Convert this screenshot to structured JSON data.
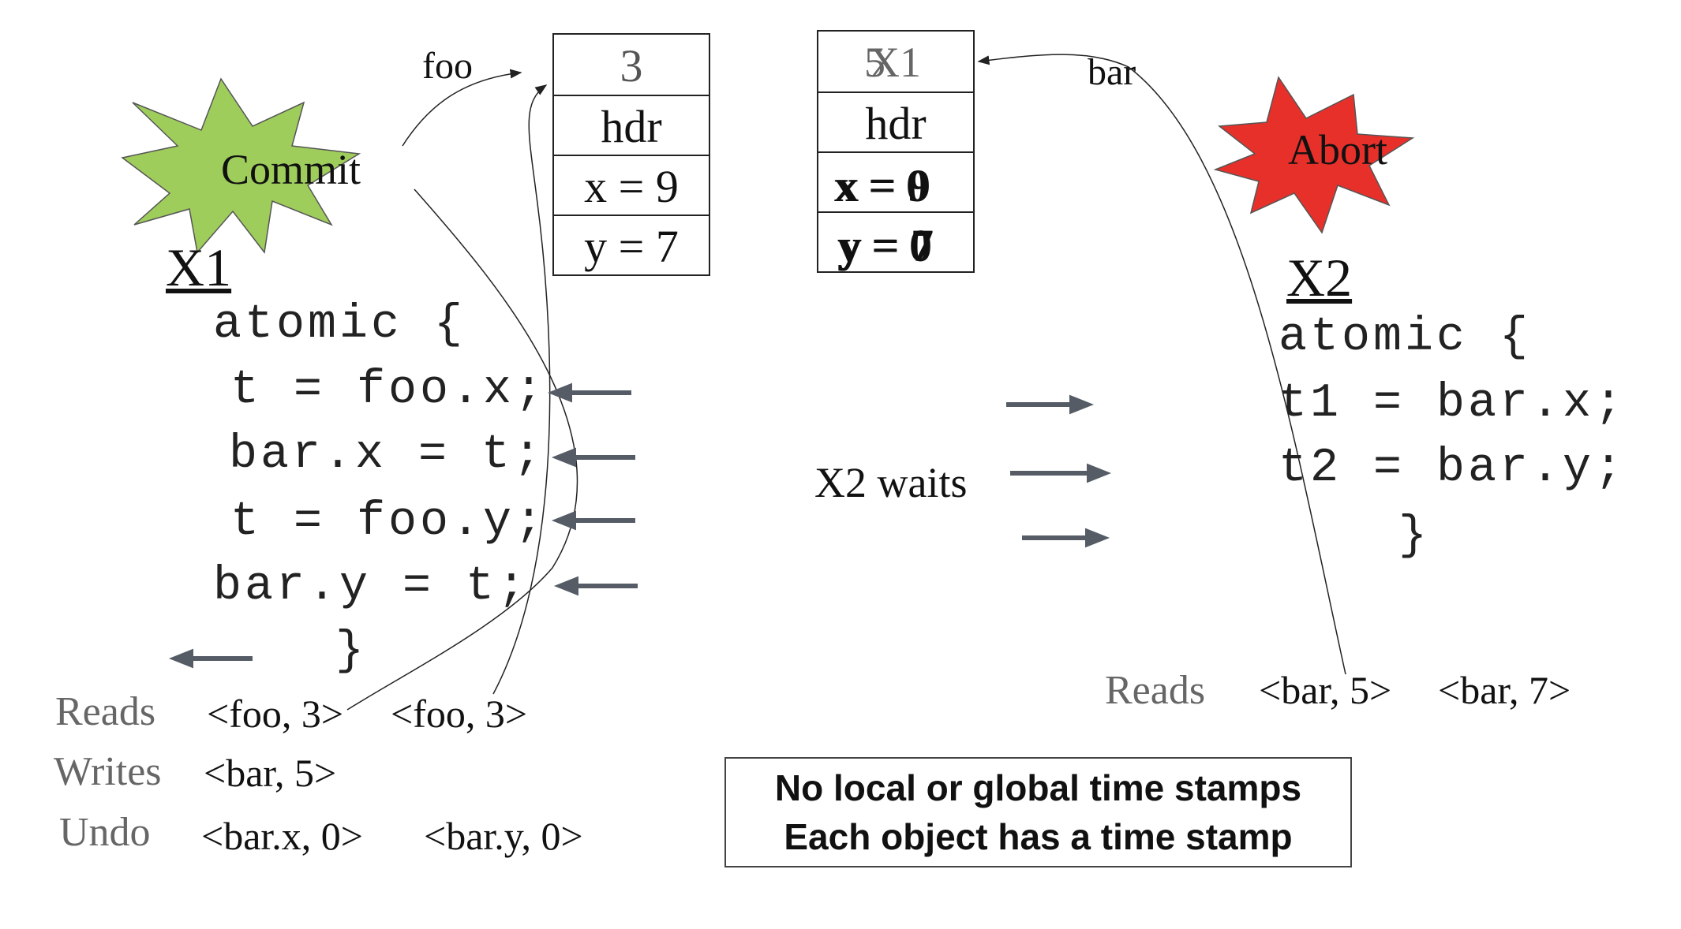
{
  "colors": {
    "commit_burst": "#9fcd5c",
    "abort_burst": "#e8302a",
    "arrow": "#555c66",
    "text": "#111111",
    "label_gray": "#666666"
  },
  "left_object": {
    "pointer_label": "foo",
    "timestamp": "3",
    "header": "hdr",
    "field_x": "x = 9",
    "field_y": "y = 7"
  },
  "right_object": {
    "pointer_label": "bar",
    "timestamp_old": "5",
    "timestamp_new": "X1",
    "header": "hdr",
    "field_x_old": "x = 0",
    "field_x_new": "x = 9",
    "field_y_old": "y = 0",
    "field_y_new": "y = 7"
  },
  "commit_label": "Commit",
  "abort_label": "Abort",
  "x1": {
    "title": "X1",
    "code": [
      "atomic {",
      "t = foo.x;",
      "bar.x = t;",
      "t = foo.y;",
      "bar.y = t;",
      "}"
    ],
    "log": {
      "reads_label": "Reads",
      "reads": [
        "<foo, 3>",
        "<foo, 3>"
      ],
      "writes_label": "Writes",
      "writes": [
        "<bar, 5>"
      ],
      "undo_label": "Undo",
      "undo": [
        "<bar.x, 0>",
        "<bar.y, 0>"
      ]
    }
  },
  "x2": {
    "title": "X2",
    "code": [
      "atomic {",
      "t1 = bar.x;",
      "t2 = bar.y;",
      "}"
    ],
    "reads_label": "Reads",
    "reads": [
      "<bar, 5>",
      "<bar, 7>"
    ]
  },
  "wait_label": "X2 waits",
  "note": [
    "No local or global time stamps",
    "Each object has a time stamp"
  ]
}
